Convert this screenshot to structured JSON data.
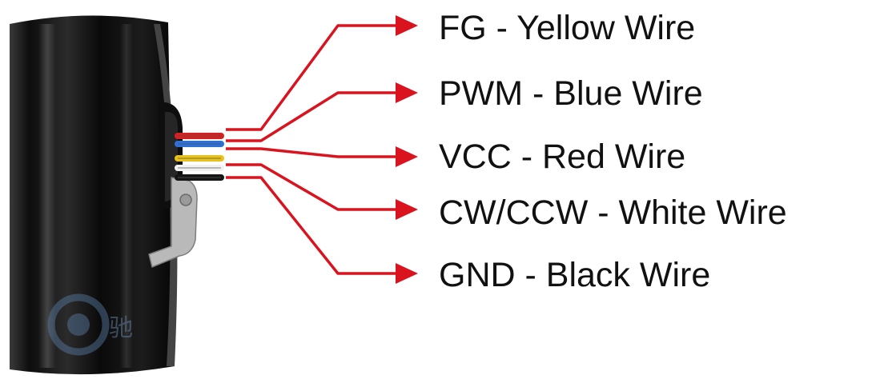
{
  "wires": [
    {
      "label": "FG - Yellow Wire",
      "wire_color": "#e8c21a"
    },
    {
      "label": "PWM - Blue Wire",
      "wire_color": "#2f6fd8"
    },
    {
      "label": "VCC - Red Wire",
      "wire_color": "#d42020"
    },
    {
      "label": "CW/CCW - White Wire",
      "wire_color": "#f2f2f2"
    },
    {
      "label": "GND - Black Wire",
      "wire_color": "#151515"
    }
  ],
  "colors": {
    "arrow": "#d9141f",
    "motor_body": "#1a1a1a",
    "background": "#ffffff"
  },
  "watermark": {
    "text": "驰"
  }
}
